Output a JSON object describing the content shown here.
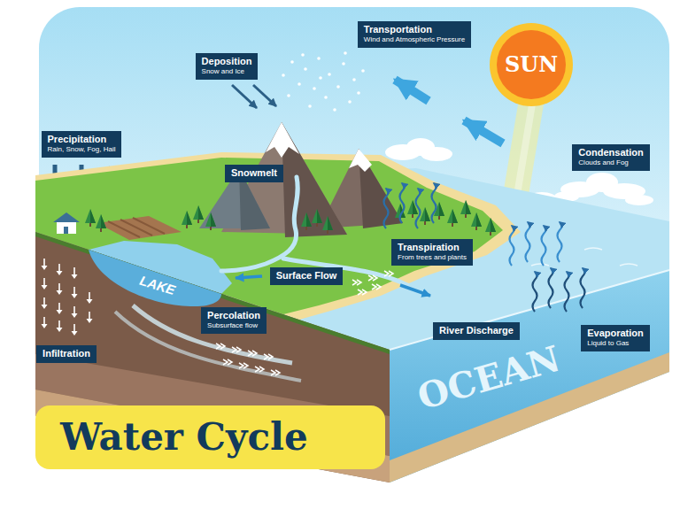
{
  "diagram": {
    "title": "Water Cycle",
    "nodes": [
      {
        "text": [
          "Transportation",
          "Wind and Atmospheric Pressure"
        ]
      },
      {
        "text": [
          "Deposition",
          "Snow and Ice"
        ]
      },
      {
        "text": [
          "SUN"
        ]
      },
      {
        "text": [
          "Precipitation",
          "Rain, Snow, Fog, Hail"
        ]
      },
      {
        "text": [
          "Condensation",
          "Clouds and Fog"
        ]
      },
      {
        "text": [
          "Snowmelt"
        ]
      },
      {
        "text": [
          "Transpiration",
          "From trees and plants"
        ]
      },
      {
        "text": [
          "Surface Flow"
        ]
      },
      {
        "text": [
          "Percolation",
          "Subsurface flow"
        ]
      },
      {
        "text": [
          "River Discharge"
        ]
      },
      {
        "text": [
          "Evaporation",
          "Liquid to Gas"
        ]
      },
      {
        "text": [
          "Infiltration"
        ]
      }
    ],
    "labels": [
      "LAKE",
      "OCEAN"
    ]
  }
}
